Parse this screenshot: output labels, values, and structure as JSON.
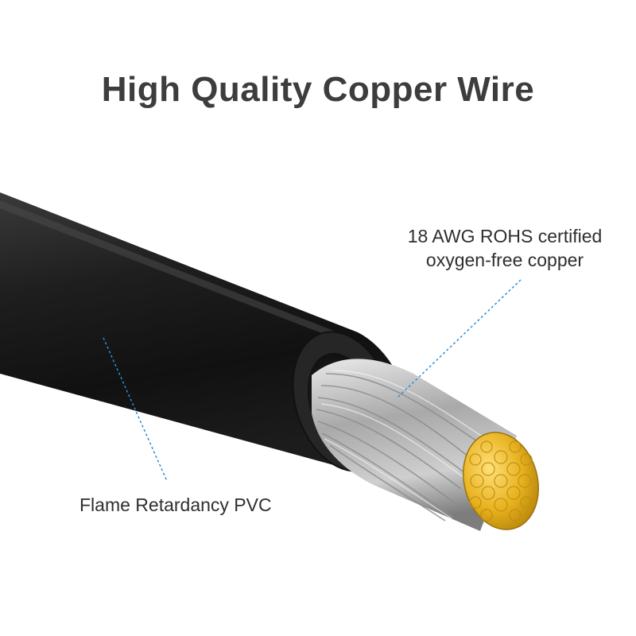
{
  "title": "High Quality Copper Wire",
  "callouts": {
    "copper_line1": "18 AWG ROHS certified",
    "copper_line2": "oxygen-free copper",
    "pvc": "Flame Retardancy PVC"
  },
  "colors": {
    "title": "#3d3d3d",
    "jacket": "#1b1b1b",
    "strands": "#b8b8b8",
    "copper": "#e6b422",
    "callout_line": "#2a8fd6"
  }
}
